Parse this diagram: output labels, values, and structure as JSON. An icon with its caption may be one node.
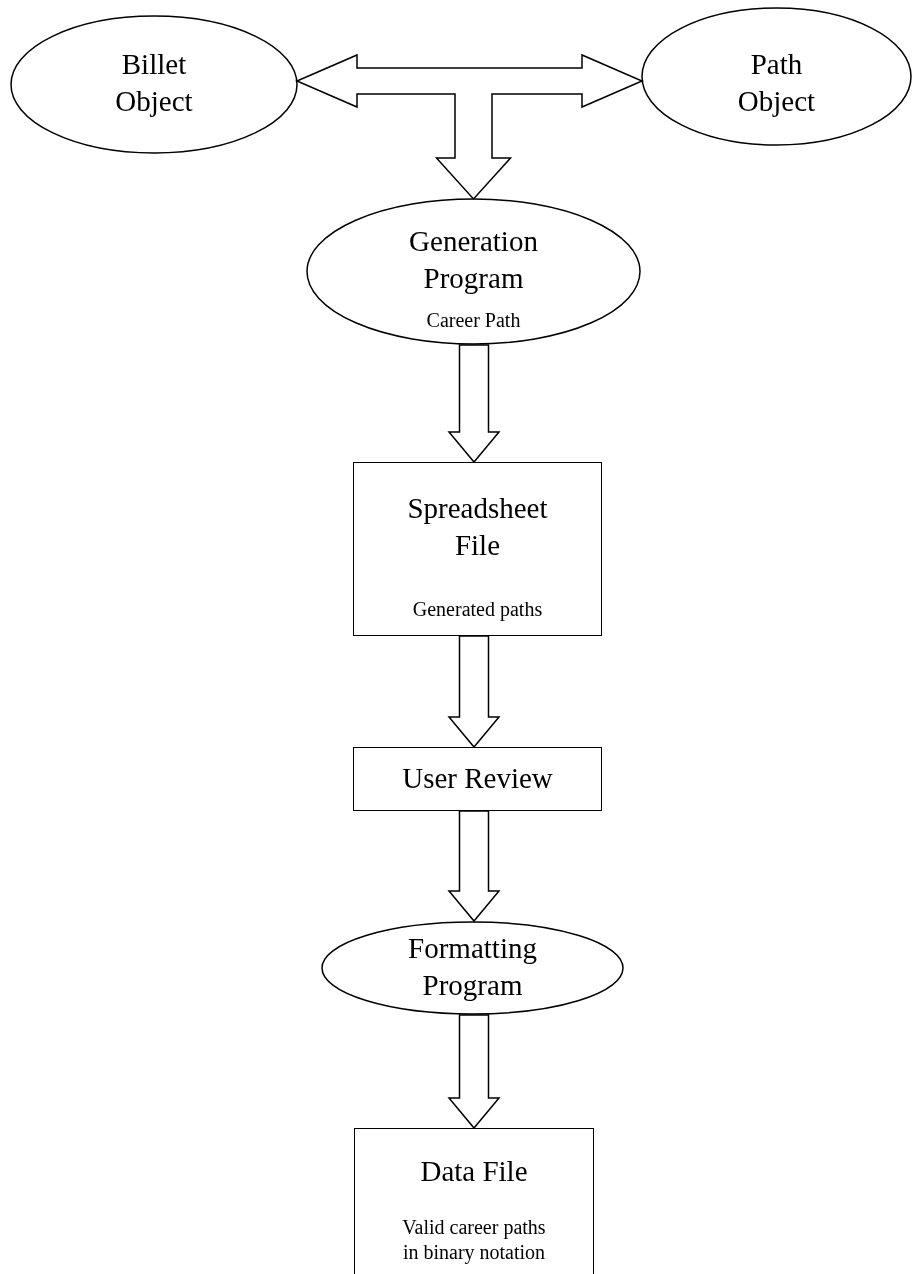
{
  "diagram": {
    "nodes": [
      {
        "text": [
          "Billet Object"
        ]
      },
      {
        "text": [
          "Path Object"
        ]
      },
      {
        "text": [
          "Generation Program",
          "Career Path"
        ]
      },
      {
        "text": [
          "Spreadsheet File",
          "Generated paths"
        ]
      },
      {
        "text": [
          "User Review"
        ]
      },
      {
        "text": [
          "Formatting Program"
        ]
      },
      {
        "text": [
          "Data File",
          "Valid career paths in binary notation"
        ]
      }
    ],
    "edges": [
      {
        "from": 0,
        "to": 1,
        "arrow": "both"
      },
      {
        "from": 0,
        "to": 2,
        "arrow": "both"
      },
      {
        "from": 1,
        "to": 2,
        "arrow": "both"
      },
      {
        "from": 2,
        "to": 3,
        "arrow": "to"
      },
      {
        "from": 3,
        "to": 4,
        "arrow": "to"
      },
      {
        "from": 4,
        "to": 5,
        "arrow": "to"
      },
      {
        "from": 5,
        "to": 6,
        "arrow": "to"
      }
    ]
  }
}
